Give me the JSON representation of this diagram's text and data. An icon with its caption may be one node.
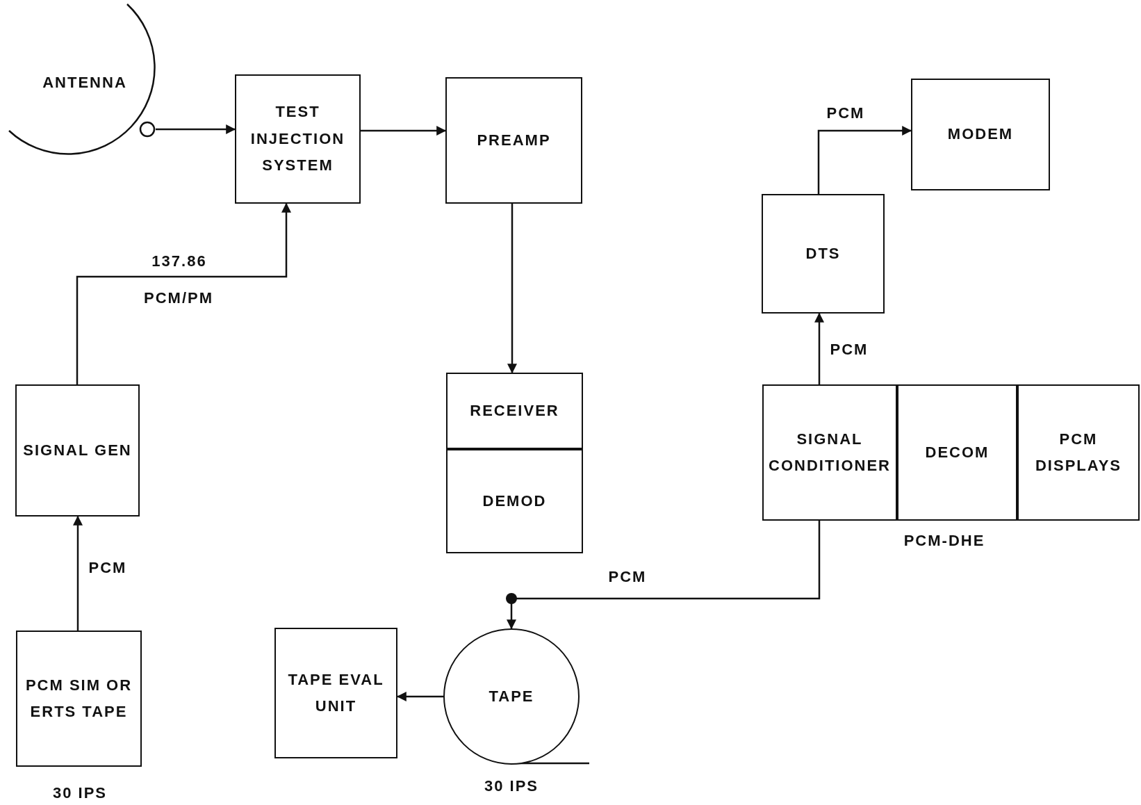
{
  "diagram": {
    "nodes": [
      {
        "text": [
          "ANTENNA"
        ]
      },
      {
        "text": [
          "TEST INJECTION SYSTEM"
        ]
      },
      {
        "text": [
          "PREAMP"
        ]
      },
      {
        "text": [
          "RECEIVER"
        ]
      },
      {
        "text": [
          "DEMOD"
        ]
      },
      {
        "text": [
          "MODEM"
        ]
      },
      {
        "text": [
          "DTS"
        ]
      },
      {
        "text": [
          "SIGNAL CONDITIONER"
        ]
      },
      {
        "text": [
          "DECOM"
        ]
      },
      {
        "text": [
          "PCM DISPLAYS"
        ]
      },
      {
        "text": [
          "SIGNAL GEN"
        ]
      },
      {
        "text": [
          "PCM SIM OR ERTS TAPE"
        ],
        "beside": [
          "30 IPS"
        ]
      },
      {
        "text": [
          "TAPE EVAL UNIT"
        ]
      },
      {
        "text": [
          "TAPE"
        ],
        "beside": [
          "30 IPS"
        ]
      }
    ],
    "edges": [
      {
        "from": 0,
        "to": 1,
        "arrow": "to"
      },
      {
        "from": 1,
        "to": 2,
        "arrow": "to"
      },
      {
        "from": 2,
        "to": 3,
        "arrow": "to"
      },
      {
        "from": 10,
        "to": 1,
        "arrow": "to",
        "label": "137.86"
      },
      {
        "from": 11,
        "to": 10,
        "arrow": "to",
        "label": "PCM"
      },
      {
        "from": 7,
        "to": 6,
        "arrow": "to",
        "label": "PCM"
      },
      {
        "from": 6,
        "to": 5,
        "arrow": "to",
        "label": "PCM"
      },
      {
        "from": 7,
        "to": 13,
        "arrow": "to",
        "label": "PCM"
      },
      {
        "from": 13,
        "to": 12,
        "arrow": "to"
      }
    ],
    "labels": [
      "PCM/PM",
      "PCM-DHE"
    ]
  }
}
